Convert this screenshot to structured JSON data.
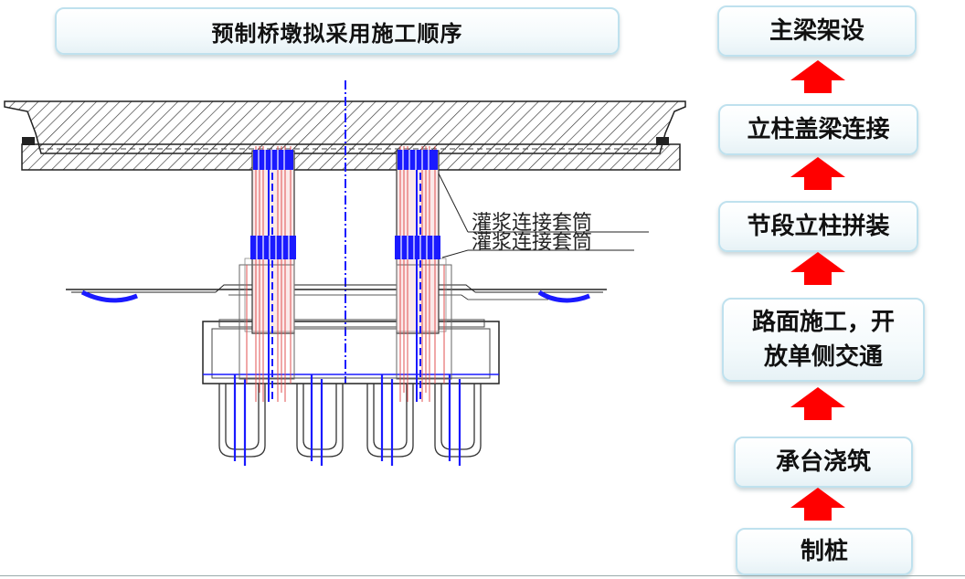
{
  "title": "预制桥墩拟采用施工顺序",
  "annotation": {
    "label_upper": "灌浆连接套筒",
    "label_lower": "灌浆连接套筒"
  },
  "steps": [
    {
      "lines": [
        "主梁架设"
      ]
    },
    {
      "lines": [
        "立柱盖梁连接"
      ]
    },
    {
      "lines": [
        "节段立柱拼装"
      ]
    },
    {
      "lines": [
        "路面施工，开",
        "放单侧交通"
      ]
    },
    {
      "lines": [
        "承台浇筑"
      ]
    },
    {
      "lines": [
        "制桩"
      ]
    }
  ],
  "colors": {
    "arrow": "#ff0000",
    "rebar_blue": "#1a1aff",
    "rebar_red": "#e05050",
    "box_border": "#bfe1ee"
  }
}
